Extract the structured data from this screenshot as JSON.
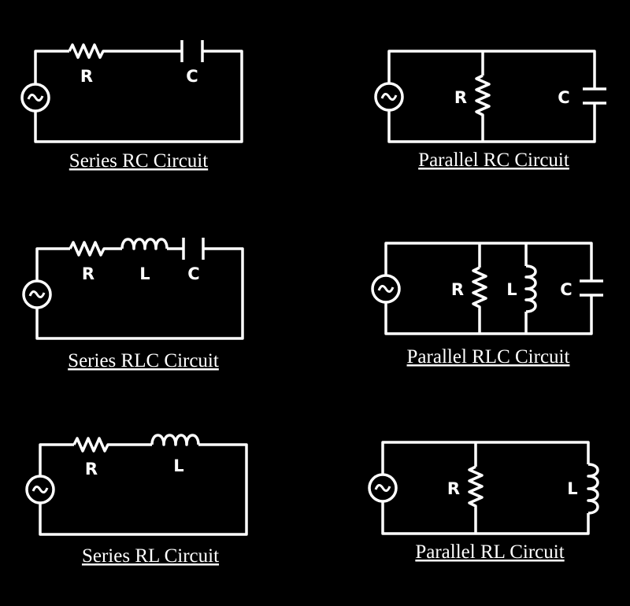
{
  "circuits": {
    "series_rc": {
      "caption": "Series RC Circuit",
      "r": "R",
      "c": "C"
    },
    "parallel_rc": {
      "caption": "Parallel RC Circuit",
      "r": "R",
      "c": "C"
    },
    "series_rlc": {
      "caption": "Series RLC Circuit",
      "r": "R",
      "l": "L",
      "c": "C"
    },
    "parallel_rlc": {
      "caption": "Parallel RLC Circuit",
      "r": "R",
      "l": "L",
      "c": "C"
    },
    "series_rl": {
      "caption": "Series RL Circuit",
      "r": "R",
      "l": "L"
    },
    "parallel_rl": {
      "caption": "Parallel RL Circuit",
      "r": "R",
      "l": "L"
    }
  },
  "colors": {
    "background": "#000000",
    "foreground": "#ffffff"
  }
}
